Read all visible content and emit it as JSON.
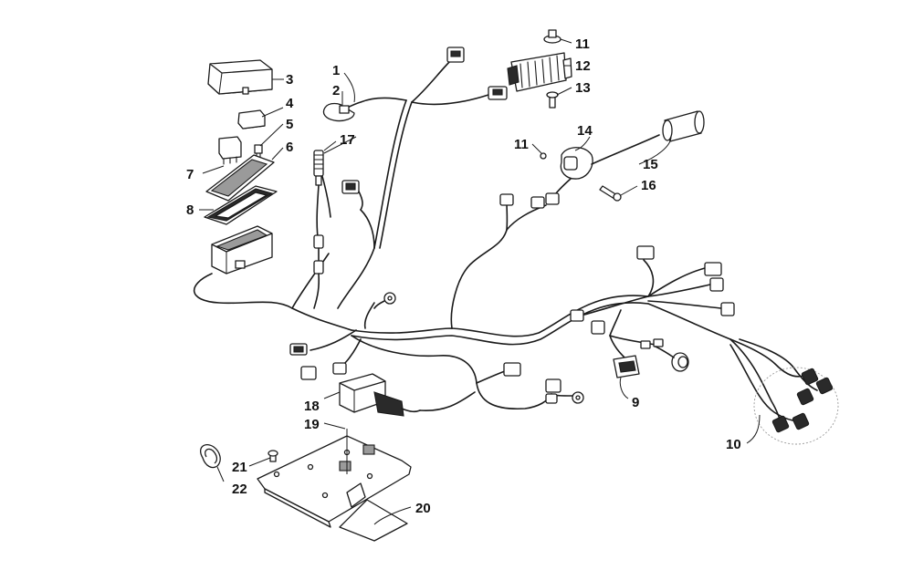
{
  "callouts": {
    "c1": "1",
    "c2": "2",
    "c3": "3",
    "c4": "4",
    "c5": "5",
    "c6": "6",
    "c7": "7",
    "c8": "8",
    "c9": "9",
    "c10": "10",
    "c11a": "11",
    "c11b": "11",
    "c12": "12",
    "c13": "13",
    "c14": "14",
    "c15": "15",
    "c16": "16",
    "c17": "17",
    "c18": "18",
    "c19": "19",
    "c20": "20",
    "c21": "21",
    "c22": "22"
  },
  "icons": {
    "fuse_box_lid": "box-lid-icon",
    "relay": "relay-icon",
    "regulator": "voltage-regulator-icon",
    "switch": "ignition-switch-icon",
    "handle": "grip-handle-icon",
    "connector": "connector-plug-icon",
    "mounting_plate": "mounting-plate-icon",
    "clip": "wire-clip-icon"
  }
}
